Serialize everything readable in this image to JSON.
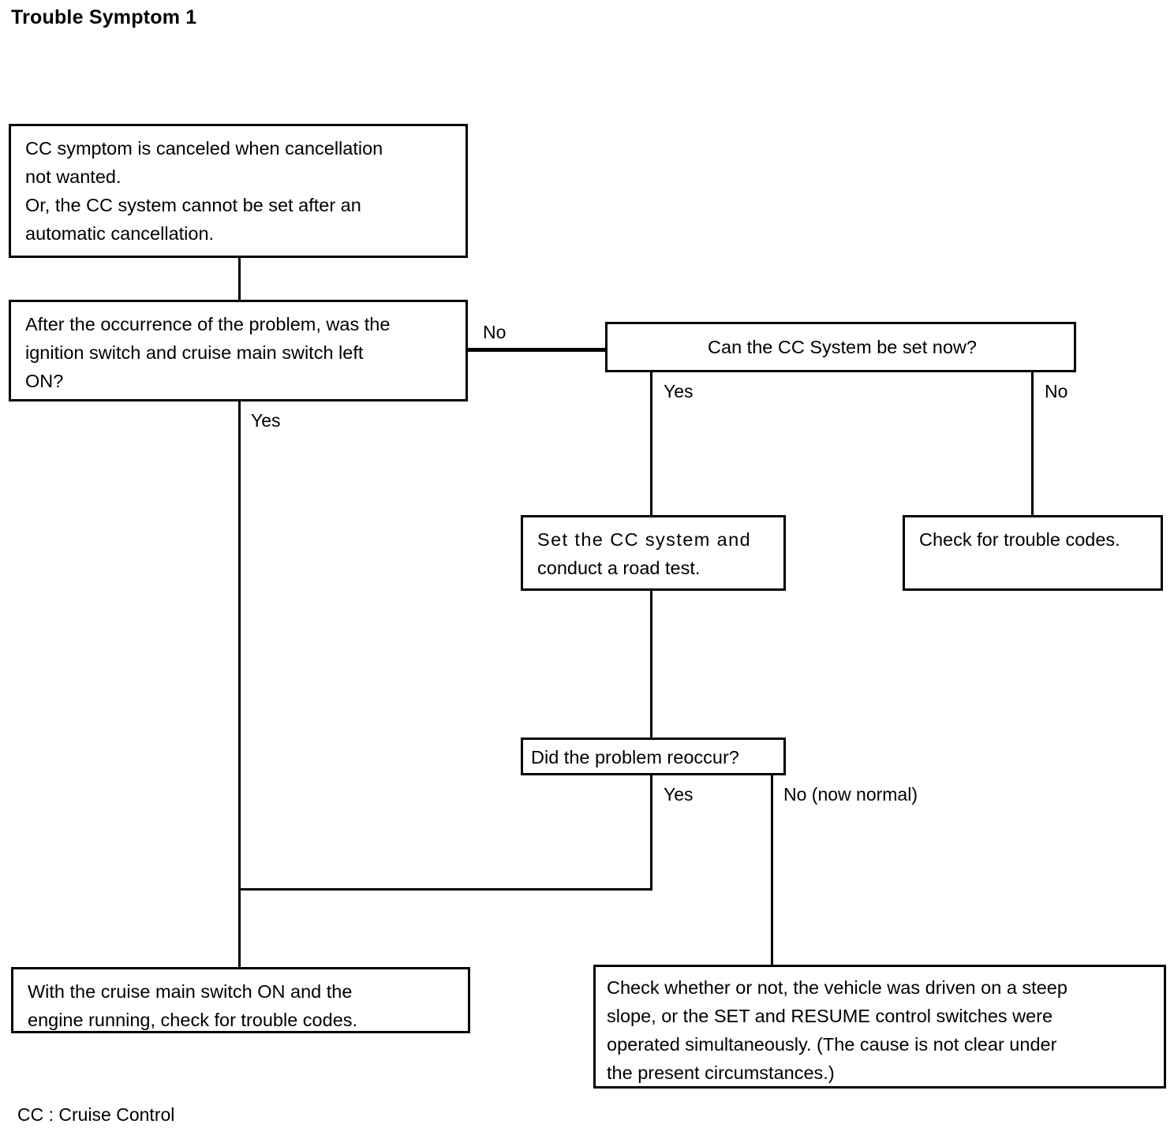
{
  "title": "Trouble Symptom 1",
  "footnote": "CC : Cruise Control",
  "nodes": {
    "symptom": {
      "line1": "CC symptom is canceled when cancellation",
      "line2": "not wanted.",
      "line3": "Or, the CC system cannot be set after an",
      "line4": "automatic cancellation."
    },
    "ignition_question": {
      "line1": "After the occurrence of the problem, was the",
      "line2": "ignition switch and cruise main switch left",
      "line3": "ON?"
    },
    "can_set_question": {
      "line1": "Can the CC System be set now?"
    },
    "set_and_roadtest": {
      "line1": "Set the CC system and",
      "line2": "conduct a road test."
    },
    "check_trouble_codes": {
      "line1": "Check for trouble codes."
    },
    "reoccur_question": {
      "line1": "Did the problem reoccur?"
    },
    "check_codes_engine_running": {
      "line1": "With the cruise main switch ON and the",
      "line2": "engine running, check for trouble codes."
    },
    "check_steep_slope": {
      "line1": "Check whether or not, the vehicle was driven on a steep",
      "line2": "slope, or the SET and RESUME control switches were",
      "line3": "operated simultaneously. (The cause is not clear under",
      "line4": "the present circumstances.)"
    }
  },
  "edge_labels": {
    "ignition_no": "No",
    "ignition_yes": "Yes",
    "can_set_yes": "Yes",
    "can_set_no": "No",
    "reoccur_yes": "Yes",
    "reoccur_no": "No (now normal)"
  },
  "colors": {
    "ink": "#000000",
    "paper": "#ffffff"
  }
}
